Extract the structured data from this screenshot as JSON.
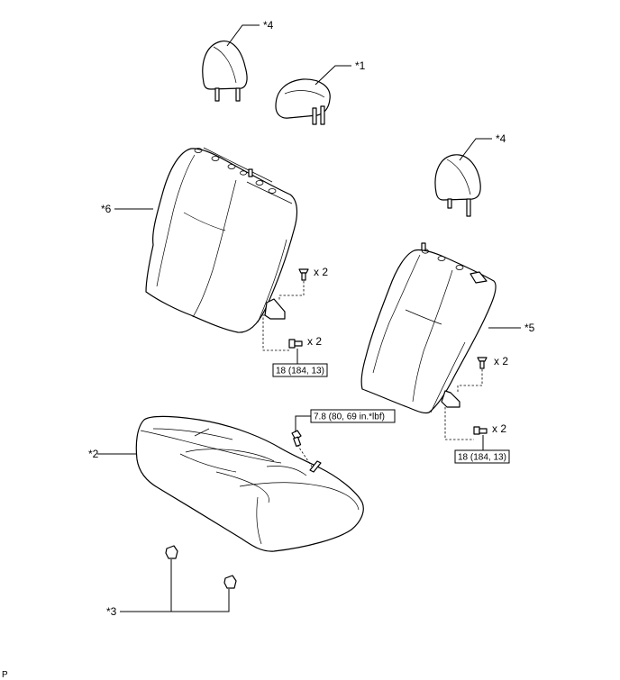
{
  "callouts": {
    "headrest_center": "*1",
    "seat_cushion": "*2",
    "seat_cushion_clips": "*3",
    "headrest_outer_left": "*4",
    "headrest_outer_right": "*4",
    "seatback_right": "*5",
    "seatback_left": "*6"
  },
  "quantities": {
    "left_clip": "x 2",
    "left_bolt": "x 2",
    "right_clip": "x 2",
    "right_bolt": "x 2"
  },
  "torque_specs": {
    "left_seatback_bolt": "18 (184, 13)",
    "right_seatback_bolt": "18 (184, 13)",
    "cushion_bolt": "7.8 (80, 69 in.*lbf)"
  },
  "corner_mark": "P"
}
